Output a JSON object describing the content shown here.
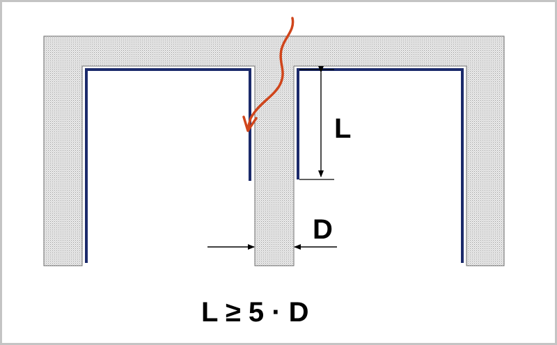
{
  "diagram": {
    "label_length": "L",
    "label_gap": "D",
    "formula": "L ≥ 5 · D"
  },
  "colors": {
    "wall_fill": "#ececec",
    "wall_stipple": "#9a9a9a",
    "wall_outline": "#6e6e6e",
    "lining": "#1b2a6b",
    "leak_arrow": "#d0451b",
    "dimension": "#000000",
    "frame_border": "#c4c4c4"
  }
}
